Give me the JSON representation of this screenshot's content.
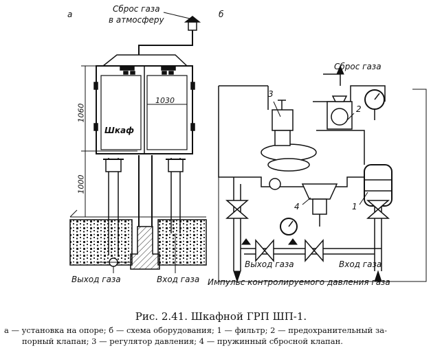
{
  "figure": {
    "panel_a": "а",
    "panel_b": "б",
    "title": "Рис. 2.41. Шкафной ГРП ШП-1.",
    "legend_line1": "а — установка на опоре; б — схема оборудования; 1 — фильтр; 2 — предохранительный за-",
    "legend_line2": "порный клапан; 3 — регулятор давления; 4 — пружинный сбросной клапан."
  },
  "left_drawing": {
    "vent_label_1": "Сброс газа",
    "vent_label_2": "в атмосферу",
    "cabinet_label": "Шкаф",
    "dim_height_cabinet": "1060",
    "dim_height_support": "1000",
    "dim_width": "1030",
    "outlet_label": "Выход газа",
    "inlet_label": "Вход газа"
  },
  "right_drawing": {
    "vent_label": "Сброс газа",
    "outlet_label": "Выход газа",
    "inlet_label": "Вход газа",
    "impulse_label": "Импульс контролируемого давления газа",
    "markers": [
      "1",
      "2",
      "3",
      "4"
    ]
  }
}
